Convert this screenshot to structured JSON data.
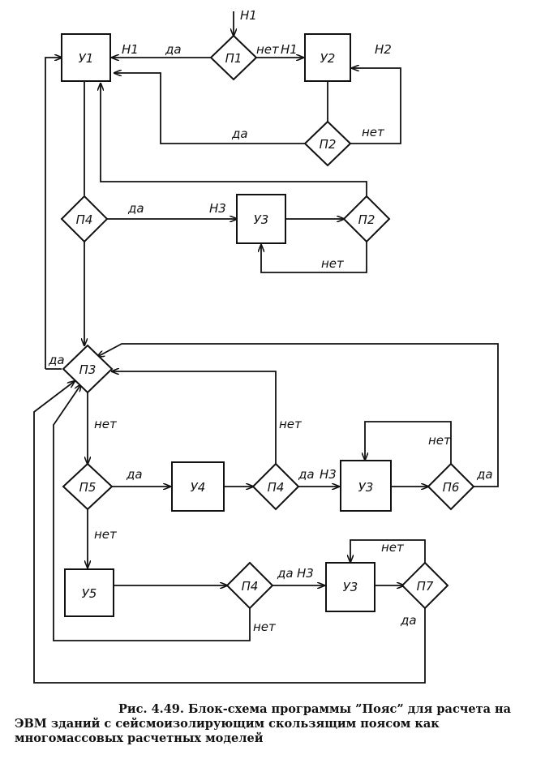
{
  "nodes": {
    "y1": "У1",
    "y2": "У2",
    "y3a": "У3",
    "y3b": "У3",
    "y3c": "У3",
    "y4": "У4",
    "y5": "У5",
    "p1": "П1",
    "p2a": "П2",
    "p2b": "П2",
    "p3": "П3",
    "p4a": "П4",
    "p4b": "П4",
    "p4c": "П4",
    "p5": "П5",
    "p6": "П6",
    "p7": "П7"
  },
  "labels": {
    "h1_top": "Н1",
    "h1_left": "Н1",
    "da_p1": "да",
    "net_p1": "нет",
    "h1_right": "Н1",
    "h2": "Н2",
    "da_p2a": "да",
    "net_p2a": "нет",
    "da_p4a": "да",
    "h3_a": "Н3",
    "net_p2b": "нет",
    "da_p3": "да",
    "net_p4b": "нет",
    "net_p3": "нет",
    "net_p6": "нет",
    "da_p5": "да",
    "da_p4b": "да",
    "h3_b": "Н3",
    "da_p6": "да",
    "net_p5": "нет",
    "net_p7": "нет",
    "da_p4c": "да",
    "h3_c": "Н3",
    "net_p4c": "нет",
    "da_p7": "да"
  },
  "caption": {
    "line1": "Рис. 4.49. Блок-схема программы ”Пояс” для расчета на",
    "line2": "ЭВМ зданий с сейсмоизолирующим скользящим поясом как",
    "line3": "многомассовых расчетных моделей"
  }
}
